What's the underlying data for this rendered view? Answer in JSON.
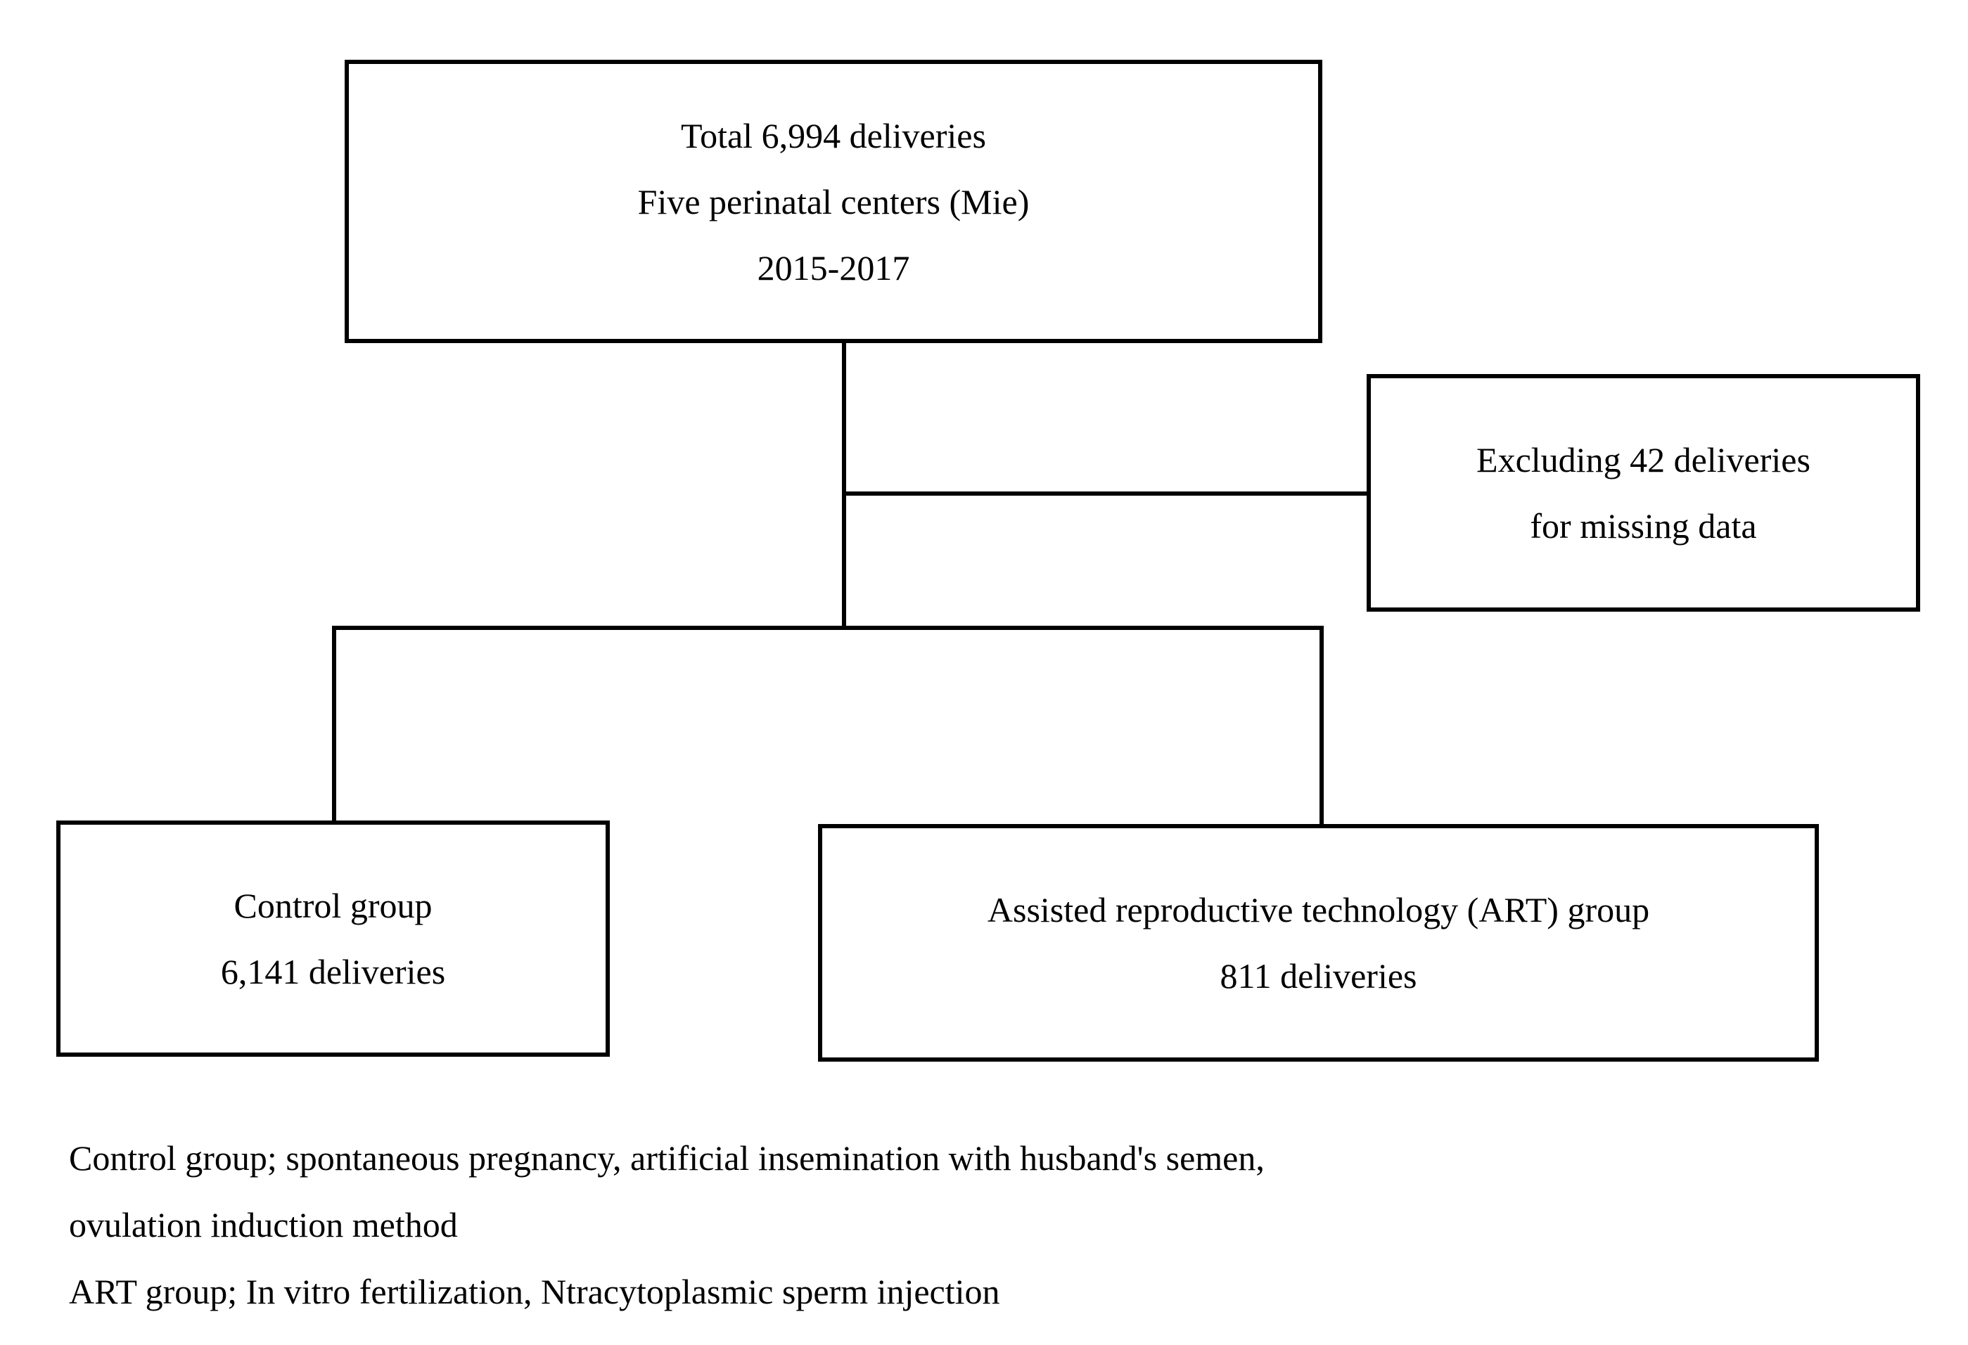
{
  "diagram": {
    "top_box": {
      "lines": [
        "Total 6,994 deliveries",
        "Five perinatal centers (Mie)",
        "2015-2017"
      ]
    },
    "exclusion_box": {
      "lines": [
        "Excluding 42 deliveries",
        "for missing data"
      ]
    },
    "control_box": {
      "lines": [
        "Control group",
        "6,141 deliveries"
      ]
    },
    "art_box": {
      "lines": [
        "Assisted reproductive technology (ART) group",
        "811 deliveries"
      ]
    }
  },
  "notes": {
    "lines": [
      "Control group; spontaneous pregnancy, artificial insemination with husband's semen,",
      "ovulation induction method",
      "ART group; In vitro fertilization, Ntracytoplasmic sperm injection"
    ]
  }
}
